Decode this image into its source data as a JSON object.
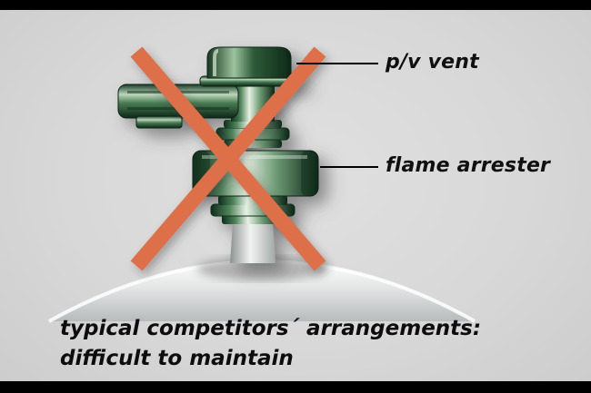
{
  "labels": {
    "pv_vent": "p/v vent",
    "flame_arrester": "flame arrester"
  },
  "caption": {
    "line1": "typical competitors´ arrangements:",
    "line2": "difficult to maintain"
  },
  "colors": {
    "background": "#d8d8d8",
    "letterbox": "#000000",
    "cross": "#dd6f4a",
    "valve_dark_green": "#143722",
    "valve_light_green": "#e8f2e6",
    "dome_light": "#fbfbfb",
    "dome_dark": "#b9bdbe",
    "leader_line": "#000000",
    "text": "#101010"
  },
  "icons": {
    "rejection_cross": "large orange X marking arrangement as rejected"
  }
}
